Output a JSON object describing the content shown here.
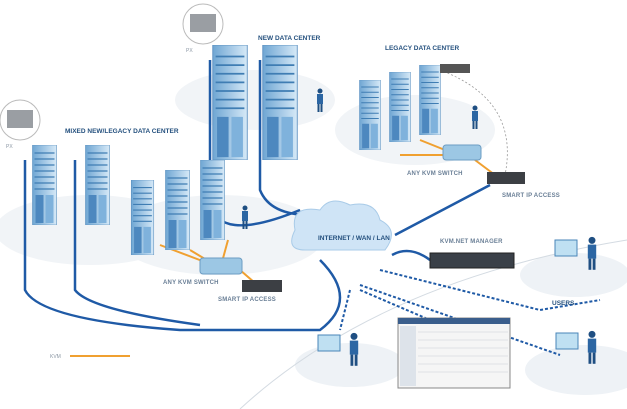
{
  "labels": {
    "new_dc": "NEW DATA CENTER",
    "legacy_dc": "LEGACY DATA CENTER",
    "mixed_dc": "MIXED NEW/LEGACY DATA CENTER",
    "px1": "PX",
    "px2": "PX",
    "switch1": "ANY KVM SWITCH",
    "switch2": "ANY KVM SWITCH",
    "sip1": "SMART IP ACCESS",
    "sip2": "SMART IP ACCESS",
    "cloud": "INTERNET / WAN / LAN",
    "manager": "KVM.NET MANAGER",
    "users": "USERS",
    "legend_kvm": "KVM"
  },
  "colors": {
    "network_line": "#1f5aa6",
    "kvm_line": "#f0a030",
    "rack": "#8ab8dc",
    "cloud": "#cfe4f6"
  }
}
